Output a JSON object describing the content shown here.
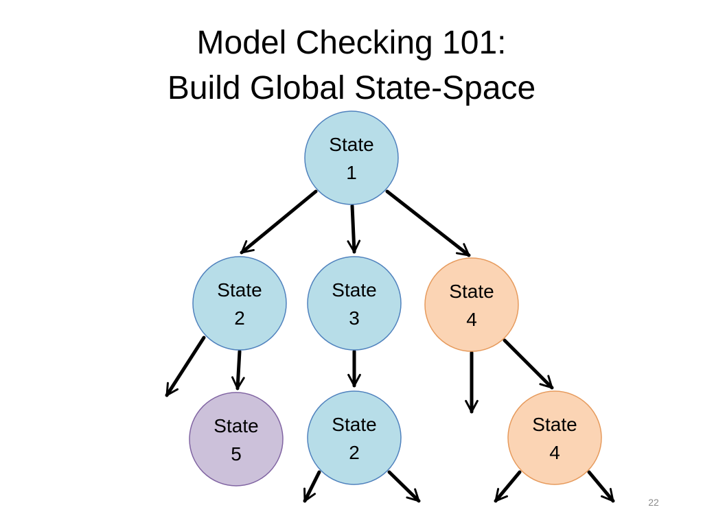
{
  "slide": {
    "title_line1": "Model Checking 101:",
    "title_line2": "Build Global State-Space",
    "slide_number": "22"
  },
  "colors": {
    "blue_fill": "#b7dde8",
    "blue_stroke": "#4f81bd",
    "orange_fill": "#fbd4b4",
    "orange_stroke": "#e69a5c",
    "purple_fill": "#ccc1da",
    "purple_stroke": "#8064a2",
    "arrow": "#000000"
  },
  "nodes": [
    {
      "id": "n1",
      "line1": "State",
      "line2": "1",
      "color": "blue"
    },
    {
      "id": "n2",
      "line1": "State",
      "line2": "2",
      "color": "blue"
    },
    {
      "id": "n3",
      "line1": "State",
      "line2": "3",
      "color": "blue"
    },
    {
      "id": "n4",
      "line1": "State",
      "line2": "4",
      "color": "orange"
    },
    {
      "id": "n5",
      "line1": "State",
      "line2": "5",
      "color": "purple"
    },
    {
      "id": "n6",
      "line1": "State",
      "line2": "2",
      "color": "blue"
    },
    {
      "id": "n7",
      "line1": "State",
      "line2": "4",
      "color": "orange"
    }
  ]
}
